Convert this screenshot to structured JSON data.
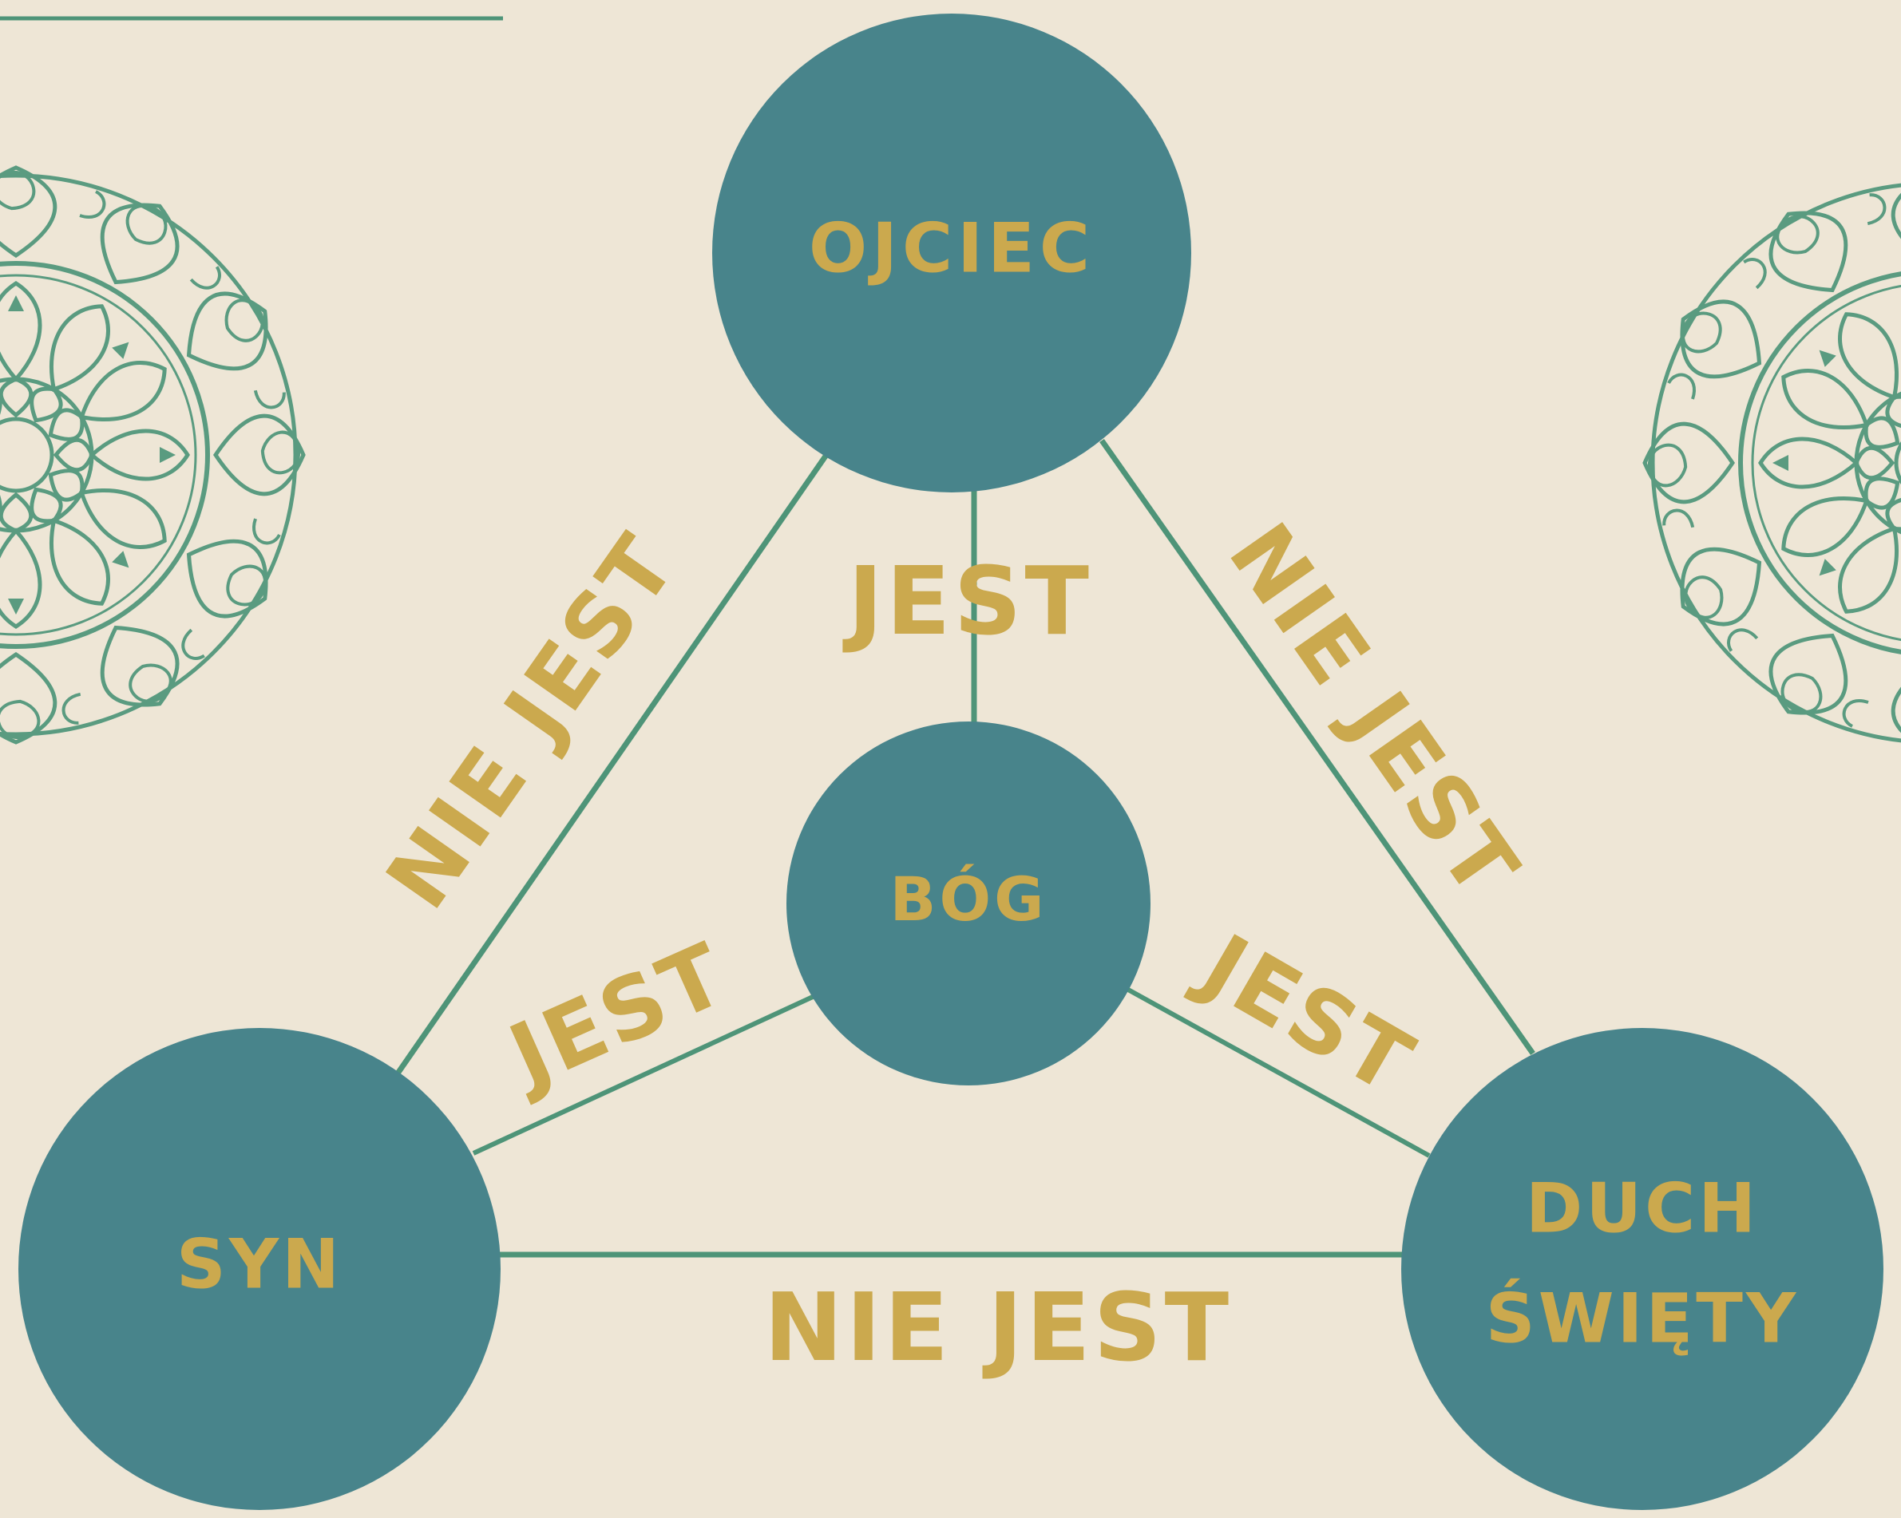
{
  "colors": {
    "background": "#EEE6D6",
    "node_fill": "#48848B",
    "line": "#4E9478",
    "text": "#CBA94E",
    "ornament": "#5A9B80"
  },
  "nodes": {
    "ojciec": "OJCIEC",
    "bog": "BÓG",
    "syn": "SYN",
    "duch_line1": "DUCH",
    "duch_line2": "ŚWIĘTY"
  },
  "edges": {
    "ojciec_bog": "JEST",
    "syn_bog": "JEST",
    "duch_bog": "JEST",
    "ojciec_syn": "NIE JEST",
    "ojciec_duch": "NIE JEST",
    "syn_duch": "NIE JEST"
  },
  "ornaments": [
    "mandala-ornament-left",
    "mandala-ornament-right"
  ]
}
